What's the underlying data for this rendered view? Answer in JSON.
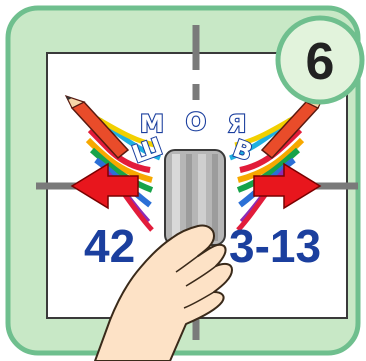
{
  "step": {
    "number": "6"
  },
  "sign": {
    "word_letters": [
      "М",
      "О",
      "Я"
    ],
    "arc_letters": [
      "Ш",
      "В"
    ],
    "phone_left": "42",
    "phone_right": "3-13"
  },
  "colors": {
    "frame_green": "#6fbf8e",
    "frame_fill": "#c8e8c6",
    "badge_fill": "#e2f3dc",
    "text_blue": "#1b3f9e",
    "arrow_red": "#e8161d",
    "guide_gray": "#7a7a7a",
    "roller_gray": "#b6b6b6",
    "hand_skin": "#fde2c6"
  },
  "icons": {
    "pencil_left": "pencil-icon",
    "pencil_right": "pencil-icon",
    "arrow_left": "arrow-left-icon",
    "arrow_right": "arrow-right-icon",
    "hand": "hand-icon",
    "roller": "squeegee-roller-icon"
  }
}
